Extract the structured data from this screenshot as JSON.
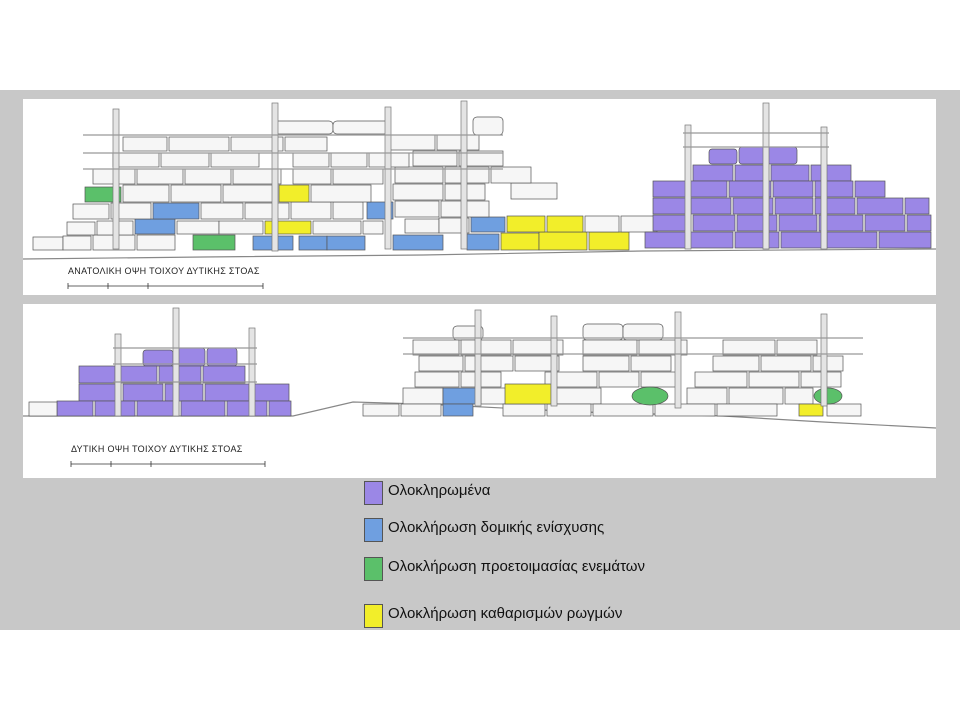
{
  "colors": {
    "completed": "#9b87e6",
    "structural": "#6f9fe0",
    "grout": "#5bc06a",
    "cracks": "#f2ee2a",
    "stone": "#f6f6f6",
    "stroke": "#555555",
    "scaffold": "#bdbdbd",
    "slide_bg": "#c8c8c8"
  },
  "top_panel": {
    "title": "ΑΝΑΤΟΛΙΚΗ ΟΨΗ ΤΟΙΧΟΥ ΔΥΤΙΚΗΣ ΣΤΟΑΣ"
  },
  "bottom_panel": {
    "title": "ΔΥΤΙΚΗ ΟΨΗ ΤΟΙΧΟΥ ΔΥΤΙΚΗΣ ΣΤΟΑΣ"
  },
  "legend": [
    {
      "label": "Ολοκληρωμένα",
      "color": "#9b87e6"
    },
    {
      "label": "Ολοκλήρωση δομικής ενίσχυσης",
      "color": "#6f9fe0"
    },
    {
      "label": "Ολοκλήρωση προετοιμασίας ενεμάτων",
      "color": "#5bc06a"
    },
    {
      "label": "Ολοκλήρωση καθαρισμών ρωγμών",
      "color": "#f2ee2a"
    }
  ]
}
